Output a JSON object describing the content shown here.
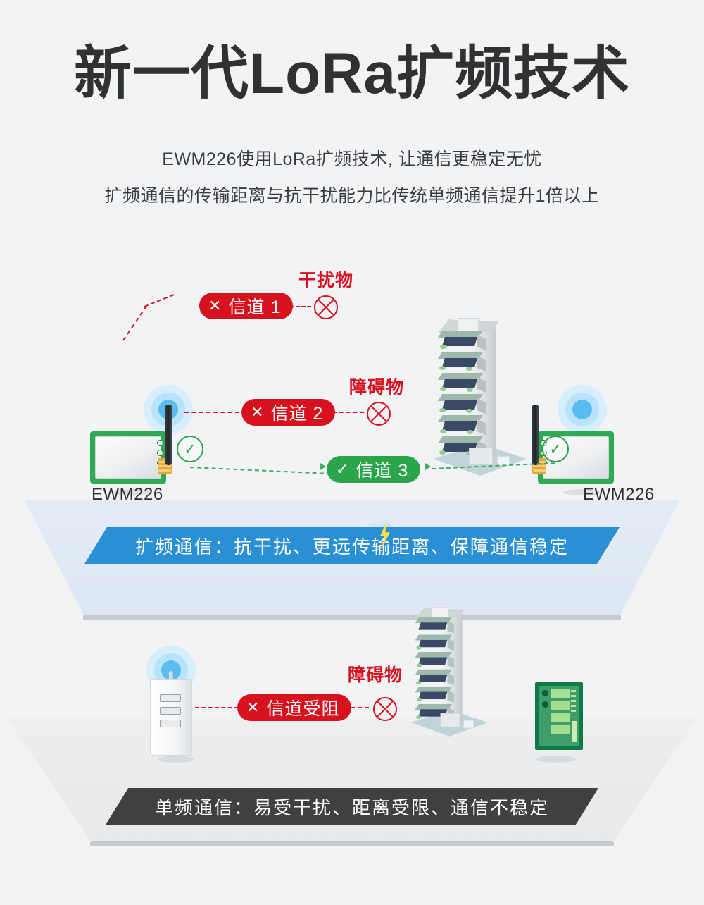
{
  "header": {
    "title": "新一代LoRa扩频技术",
    "subtitle_line1": "EWM226使用LoRa扩频技术, 让通信更稳定无忧",
    "subtitle_line2": "扩频通信的传输距离与抗干扰能力比传统单频通信提升1倍以上"
  },
  "colors": {
    "background": "#f2f3f5",
    "title": "#2f3133",
    "red": "#d8111f",
    "green": "#2ba44b",
    "blue_banner": "#2b8fd4",
    "dark_banner": "#3e4042",
    "pcb_green": "#2faa54",
    "wave_blue": "#5bbcf0"
  },
  "spread_spectrum_scene": {
    "device_left_label": "EWM226",
    "device_right_label": "EWM226",
    "interference_label": "干扰物",
    "obstacle_label": "障碍物",
    "channels": [
      {
        "mark": "✕",
        "label": "信道 1",
        "state": "blocked"
      },
      {
        "mark": "✕",
        "label": "信道 2",
        "state": "blocked"
      },
      {
        "mark": "✓",
        "label": "信道 3",
        "state": "ok"
      }
    ],
    "check_mark": "✓",
    "banner": "扩频通信：抗干扰、更远传输距离、保障通信稳定"
  },
  "single_frequency_scene": {
    "obstacle_label": "障碍物",
    "channel": {
      "mark": "✕",
      "label": "信道受阻",
      "state": "blocked"
    },
    "banner": "单频通信：易受干扰、距离受限、通信不稳定"
  },
  "icons": {
    "storm_cloud": "storm-cloud-icon",
    "lightning": "lightning-bolt-icon",
    "building": "building-icon",
    "antenna": "antenna-icon",
    "radio_waves": "radio-waves-icon",
    "blocked_symbol": "blocked-circle-icon",
    "check_symbol": "check-circle-icon"
  }
}
